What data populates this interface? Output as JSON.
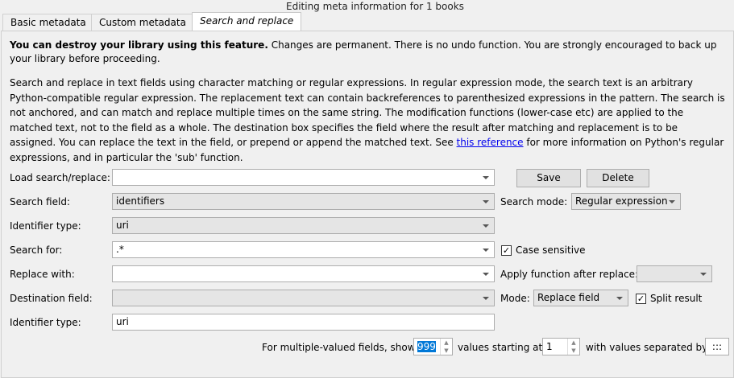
{
  "window": {
    "title": "Editing meta information for 1 books"
  },
  "tabs": [
    {
      "label": "Basic metadata"
    },
    {
      "label": "Custom metadata"
    },
    {
      "label": "Search and replace"
    }
  ],
  "warning": {
    "bold": "You can destroy your library using this feature.",
    "rest": " Changes are permanent. There is no undo function. You are strongly encouraged to back up your library before proceeding."
  },
  "help": {
    "before": "Search and replace in text fields using character matching or regular expressions. In regular expression mode, the search text is an arbitrary Python-compatible regular expression. The replacement text can contain backreferences to parenthesized expressions in the pattern. The search is not anchored, and can match and replace multiple times on the same string. The modification functions (lower-case etc) are applied to the matched text, not to the field as a whole. The destination box specifies the field where the result after matching and replacement is to be assigned. You can replace the text in the field, or prepend or append the matched text. See ",
    "link": "this reference",
    "after": " for more information on Python's regular expressions, and in particular the 'sub' function."
  },
  "form": {
    "load_label": "Load search/replace:",
    "load_value": "",
    "save": "Save",
    "delete": "Delete",
    "search_field_label": "Search field:",
    "search_field_value": "identifiers",
    "search_mode_label": "Search mode:",
    "search_mode_value": "Regular expression",
    "identifier_type_label": "Identifier type:",
    "identifier_type_value": "uri",
    "search_for_label": "Search for:",
    "search_for_value": ".*",
    "case_sensitive_label": "Case sensitive",
    "case_sensitive": true,
    "replace_with_label": "Replace with:",
    "replace_with_value": "",
    "apply_function_label": "Apply function after replace:",
    "apply_function_value": "",
    "destination_label": "Destination field:",
    "destination_value": "",
    "mode_label": "Mode:",
    "mode_value": "Replace field",
    "split_result_label": "Split result",
    "split_result": true,
    "dest_identifier_label": "Identifier type:",
    "dest_identifier_value": "uri",
    "multi_label": "For multiple-valued fields, show",
    "show_count": "999",
    "starting_label": "values starting at",
    "start_value": "1",
    "separator_label": "with values separated by",
    "separator_value": ":::"
  }
}
